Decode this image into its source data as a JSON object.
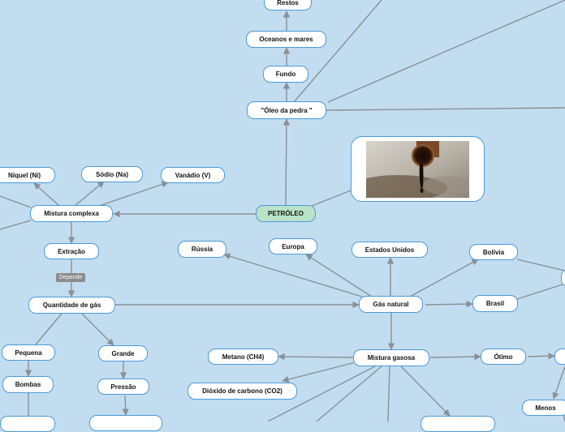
{
  "nodes": {
    "restos": "Restos",
    "oceanos": "Oceanos e mares",
    "fundo": "Fundo",
    "oleo": "\"Óleo da pedra \"",
    "niquel": "Níquel (Ni)",
    "sodio": "Sódio (Na)",
    "vanadio": "Vanádio (V)",
    "mistura_complexa": "Mistura complexa",
    "petroleo": "PETRÓLEO",
    "extracao": "Extração",
    "depende": "Depende",
    "quantidade": "Quantidade de gás",
    "russia": "Rússia",
    "europa": "Europa",
    "eua": "Estados Unidos",
    "bolivia": "Bolívia",
    "gas_natural": "Gás natural",
    "brasil": "Brasil",
    "pequena": "Pequena",
    "grande": "Grande",
    "metano": "Metano (CH4)",
    "mistura_gasosa": "Mistura gasosa",
    "otimo": "Ótimo",
    "bombas": "Bombas",
    "pressao": "Pressão",
    "dioxido": "Dióxido de carbono (CO2)",
    "menos": "Menos"
  },
  "colors": {
    "background": "#c3ddf0",
    "node_border": "#4a9ad8",
    "root_fill": "#b9e3c7",
    "connector": "#8a9096"
  },
  "image": {
    "subject": "oil-drop-from-pipe-photo"
  }
}
